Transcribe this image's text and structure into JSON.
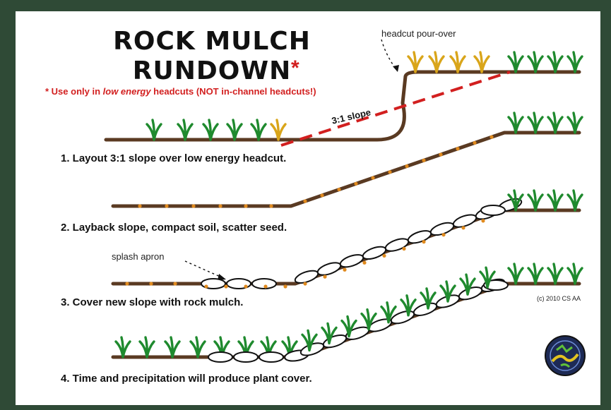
{
  "title_line1": "ROCK MULCH",
  "title_line2": "RUNDOWN",
  "title_star": "*",
  "note": {
    "prefix": "* Use only in ",
    "emphasis": "low energy",
    "suffix": " headcuts (NOT in-channel headcuts!)"
  },
  "labels": {
    "headcut": "headcut pour-over",
    "slope": "3:1 slope",
    "splash": "splash apron"
  },
  "steps": [
    "1. Layout 3:1 slope over low energy headcut.",
    "2. Layback slope, compact soil, scatter seed.",
    "3. Cover new slope with rock mulch.",
    "4. Time and precipitation will produce plant cover."
  ],
  "copyright": "(c) 2010 CS AA",
  "colors": {
    "soil": "#5a3a22",
    "slope_dash": "#d21f1f",
    "plant": "#1f8a2e",
    "dead_plant": "#d9a51a",
    "seed": "#e08a1e",
    "rock_fill": "#ffffff",
    "frame": "#2f4a36"
  },
  "icons": [
    "grass-tuft-icon",
    "dry-grass-icon",
    "seed-dot-icon",
    "rock-icon",
    "logo-icon"
  ]
}
